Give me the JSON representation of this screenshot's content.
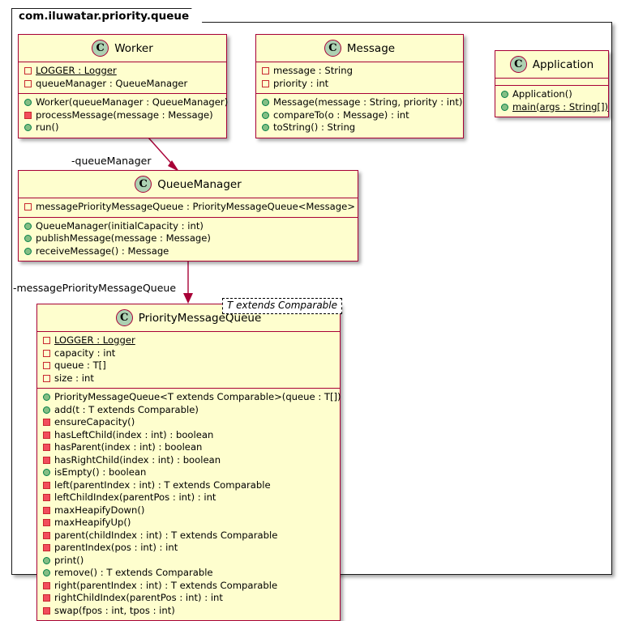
{
  "diagram": {
    "type": "uml-class-diagram",
    "package_name": "com.iluwatar.priority.queue",
    "colors": {
      "class_fill": "#FEFECE",
      "class_border": "#A80036",
      "stereotype_circle": "#ADD1B2",
      "public_marker": "#84BE84",
      "private_marker": "#F24D5C",
      "link": "#A80036"
    }
  },
  "classes": {
    "worker": {
      "stereotype": "C",
      "name": "Worker",
      "fields": [
        {
          "visibility": "private",
          "text": "LOGGER : Logger",
          "static": true
        },
        {
          "visibility": "private",
          "text": "queueManager : QueueManager",
          "static": false
        }
      ],
      "methods": [
        {
          "visibility": "public",
          "text": "Worker(queueManager : QueueManager)",
          "static": false
        },
        {
          "visibility": "private",
          "text": "processMessage(message : Message)",
          "static": false
        },
        {
          "visibility": "public",
          "text": "run()",
          "static": false
        }
      ]
    },
    "message": {
      "stereotype": "C",
      "name": "Message",
      "fields": [
        {
          "visibility": "private",
          "text": "message : String",
          "static": false
        },
        {
          "visibility": "private",
          "text": "priority : int",
          "static": false
        }
      ],
      "methods": [
        {
          "visibility": "public",
          "text": "Message(message : String, priority : int)",
          "static": false
        },
        {
          "visibility": "public",
          "text": "compareTo(o : Message) : int",
          "static": false
        },
        {
          "visibility": "public",
          "text": "toString() : String",
          "static": false
        }
      ]
    },
    "application": {
      "stereotype": "C",
      "name": "Application",
      "fields": [],
      "methods": [
        {
          "visibility": "public",
          "text": "Application()",
          "static": false
        },
        {
          "visibility": "public",
          "text": "main(args : String[])",
          "static": true
        }
      ]
    },
    "queue_manager": {
      "stereotype": "C",
      "name": "QueueManager",
      "fields": [
        {
          "visibility": "private",
          "text": "messagePriorityMessageQueue : PriorityMessageQueue<Message>",
          "static": false
        }
      ],
      "methods": [
        {
          "visibility": "public",
          "text": "QueueManager(initialCapacity : int)",
          "static": false
        },
        {
          "visibility": "public",
          "text": "publishMessage(message : Message)",
          "static": false
        },
        {
          "visibility": "public",
          "text": "receiveMessage() : Message",
          "static": false
        }
      ]
    },
    "priority_message_queue": {
      "stereotype": "C",
      "name": "PriorityMessageQueue",
      "type_parameter": "T extends Comparable",
      "fields": [
        {
          "visibility": "private",
          "text": "LOGGER : Logger",
          "static": true
        },
        {
          "visibility": "private",
          "text": "capacity : int",
          "static": false
        },
        {
          "visibility": "private",
          "text": "queue : T[]",
          "static": false
        },
        {
          "visibility": "private",
          "text": "size : int",
          "static": false
        }
      ],
      "methods": [
        {
          "visibility": "public",
          "text": "PriorityMessageQueue<T extends Comparable>(queue : T[])",
          "static": false
        },
        {
          "visibility": "public",
          "text": "add(t : T extends Comparable)",
          "static": false
        },
        {
          "visibility": "private",
          "text": "ensureCapacity()",
          "static": false
        },
        {
          "visibility": "private",
          "text": "hasLeftChild(index : int) : boolean",
          "static": false
        },
        {
          "visibility": "private",
          "text": "hasParent(index : int) : boolean",
          "static": false
        },
        {
          "visibility": "private",
          "text": "hasRightChild(index : int) : boolean",
          "static": false
        },
        {
          "visibility": "public",
          "text": "isEmpty() : boolean",
          "static": false
        },
        {
          "visibility": "private",
          "text": "left(parentIndex : int) : T extends Comparable",
          "static": false
        },
        {
          "visibility": "private",
          "text": "leftChildIndex(parentPos : int) : int",
          "static": false
        },
        {
          "visibility": "private",
          "text": "maxHeapifyDown()",
          "static": false
        },
        {
          "visibility": "private",
          "text": "maxHeapifyUp()",
          "static": false
        },
        {
          "visibility": "private",
          "text": "parent(childIndex : int) : T extends Comparable",
          "static": false
        },
        {
          "visibility": "private",
          "text": "parentIndex(pos : int) : int",
          "static": false
        },
        {
          "visibility": "public",
          "text": "print()",
          "static": false
        },
        {
          "visibility": "public",
          "text": "remove() : T extends Comparable",
          "static": false
        },
        {
          "visibility": "private",
          "text": "right(parentIndex : int) : T extends Comparable",
          "static": false
        },
        {
          "visibility": "private",
          "text": "rightChildIndex(parentPos : int) : int",
          "static": false
        },
        {
          "visibility": "private",
          "text": "swap(fpos : int, tpos : int)",
          "static": false
        }
      ]
    }
  },
  "links": [
    {
      "from": "Worker",
      "to": "QueueManager",
      "label": "-queueManager"
    },
    {
      "from": "QueueManager",
      "to": "PriorityMessageQueue",
      "label": "-messagePriorityMessageQueue"
    }
  ]
}
